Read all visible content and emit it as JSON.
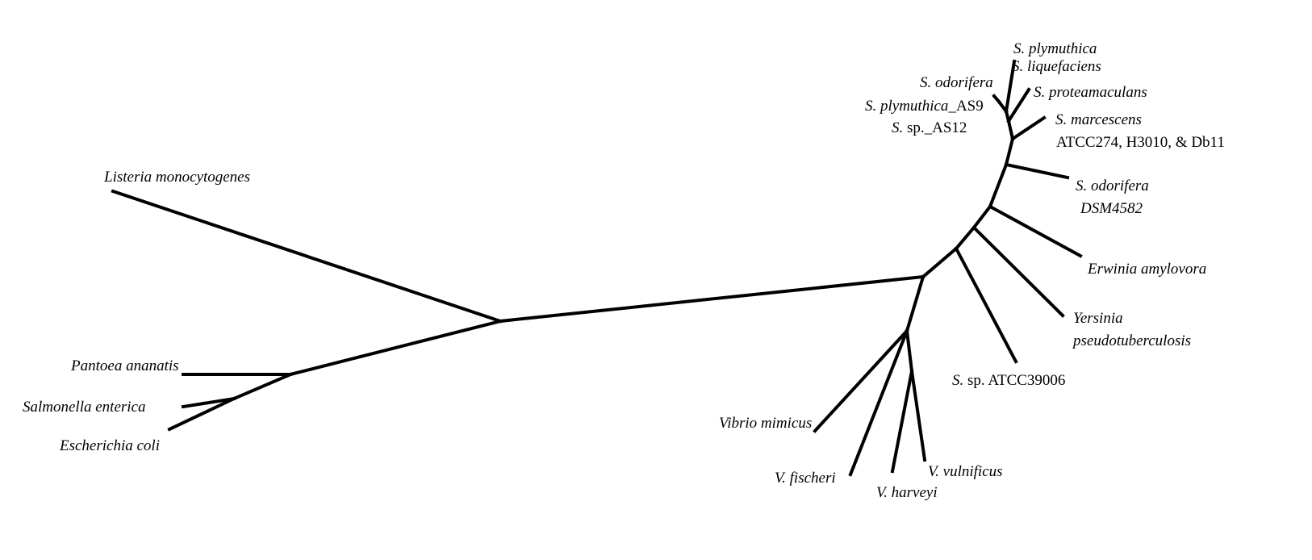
{
  "labels": {
    "listeria": "Listeria monocytogenes",
    "pantoea": "Pantoea ananatis",
    "salmonella": "Salmonella enterica",
    "ecoli": "Escherichia coli",
    "vibrio_mimicus": "Vibrio mimicus",
    "v_fischeri": "V. fischeri",
    "v_harveyi": "V. harveyi",
    "v_vulnificus": "V. vulnificus",
    "s_sp_atcc39006": {
      "genus": "S.",
      "rest": " sp. ATCC39006"
    },
    "yersinia_1": "Yersinia",
    "yersinia_2": "pseudotuberculosis",
    "erwinia": "Erwinia amylovora",
    "s_odorifera_dsm_1": "S. odorifera",
    "s_odorifera_dsm_2": "DSM4582",
    "s_marcescens_1": "S. marcescens",
    "s_marcescens_2": "ATCC274, H3010, & Db11",
    "s_proteamaculans": "S. proteamaculans",
    "s_liquefaciens": "S. liquefaciens",
    "s_plymuthica": "S. plymuthica",
    "s_odorifera": "S. odorifera",
    "s_plymuthica_as9": {
      "genus": "S. plymuthica",
      "rest": "_AS9"
    },
    "s_sp_as12": {
      "genus": "S.",
      "rest": " sp._AS12"
    }
  }
}
